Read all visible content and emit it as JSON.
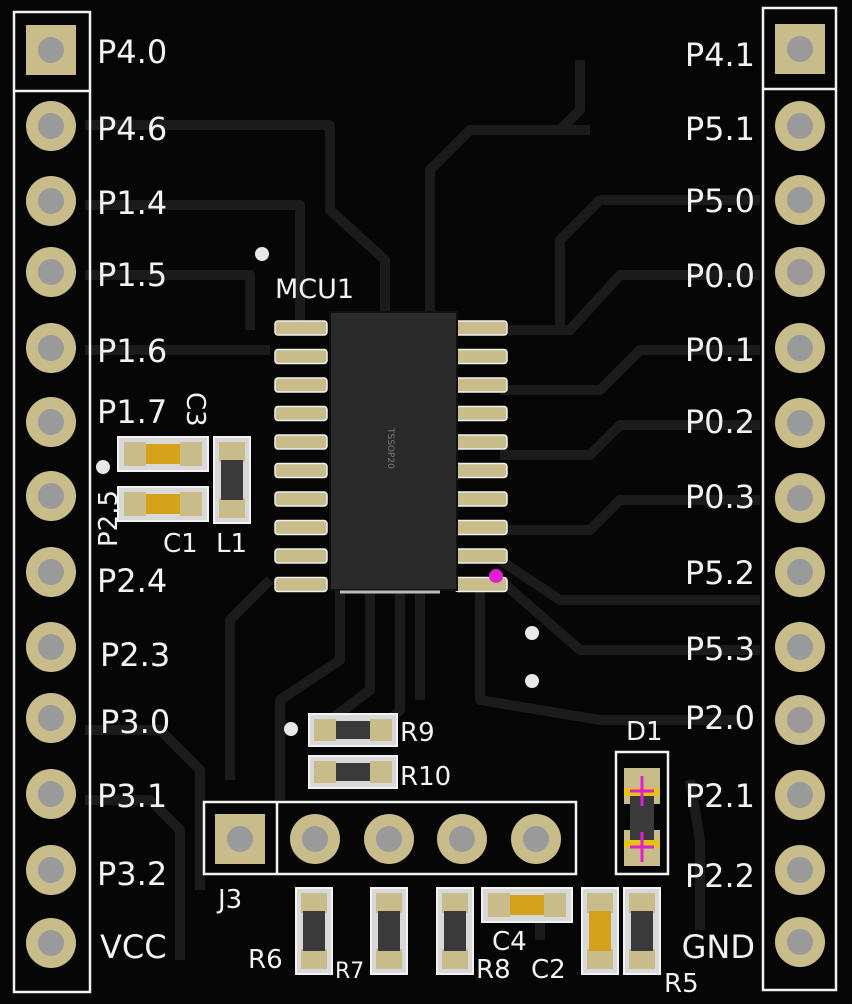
{
  "left_header": {
    "pins": [
      "P4.0",
      "P4.6",
      "P1.4",
      "P1.5",
      "P1.6",
      "P1.7",
      "P2.5",
      "P2.4",
      "P2.3",
      "P3.0",
      "P3.1",
      "P3.2",
      "VCC"
    ]
  },
  "right_header": {
    "pins": [
      "P4.1",
      "P5.1",
      "P5.0",
      "P0.0",
      "P0.1",
      "P0.2",
      "P0.3",
      "P5.2",
      "P5.3",
      "P2.0",
      "P2.1",
      "P2.2",
      "GND"
    ]
  },
  "mcu": {
    "designator": "MCU1",
    "chip_marking": "TSSOP20"
  },
  "components": {
    "c3": "C3",
    "c1": "C1",
    "l1": "L1",
    "r9": "R9",
    "r10": "R10",
    "d1": "D1",
    "j3": "J3",
    "r6": "R6",
    "r7": "R7",
    "r8": "R8",
    "c4": "C4",
    "c2": "C2",
    "r5": "R5"
  },
  "colors": {
    "board": "#060606",
    "trace": "#1b1b1b",
    "silkscreen": "#f2f2f2",
    "pad_gold": "#c8bd8a",
    "cap_body": "#d4a21a",
    "chip_body": "#2a2a2a",
    "pin1_marker": "#e020d0"
  }
}
